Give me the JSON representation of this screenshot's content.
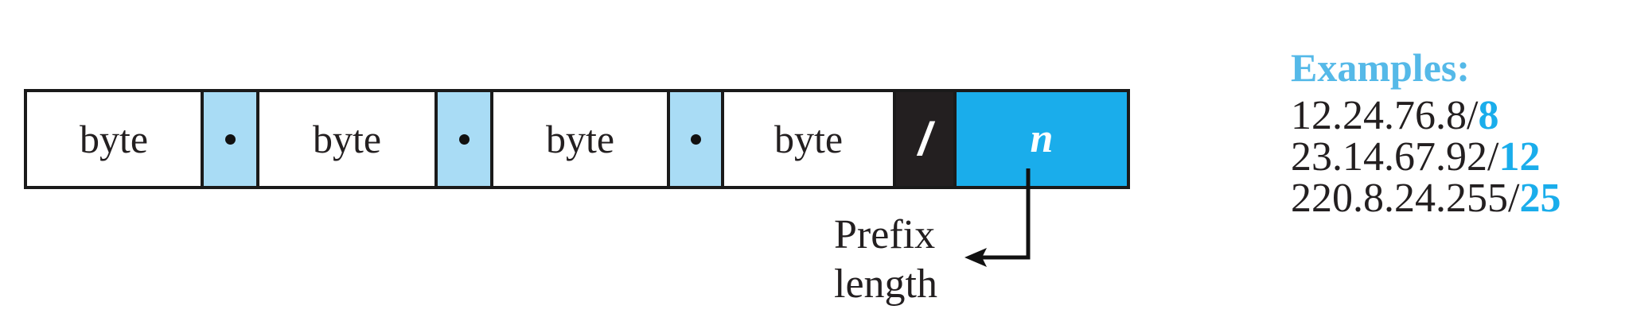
{
  "diagram": {
    "cells": [
      {
        "type": "byte",
        "label": "byte"
      },
      {
        "type": "dot"
      },
      {
        "type": "byte",
        "label": "byte"
      },
      {
        "type": "dot"
      },
      {
        "type": "byte",
        "label": "byte"
      },
      {
        "type": "dot"
      },
      {
        "type": "byte",
        "label": "byte"
      },
      {
        "type": "slash",
        "label": "/"
      },
      {
        "type": "n",
        "label": "n"
      }
    ],
    "prefix_label_line1": "Prefix",
    "prefix_label_line2": "length"
  },
  "examples": {
    "title": "Examples:",
    "items": [
      {
        "address": "12.24.76.8/",
        "prefix": "8"
      },
      {
        "address": "23.14.67.92/",
        "prefix": "12"
      },
      {
        "address": "220.8.24.255/",
        "prefix": "25"
      }
    ]
  },
  "colors": {
    "accent_blue": "#1aadeb",
    "light_blue": "#a9dcf5",
    "title_blue": "#55b9e8",
    "slash_black": "#231f20"
  }
}
